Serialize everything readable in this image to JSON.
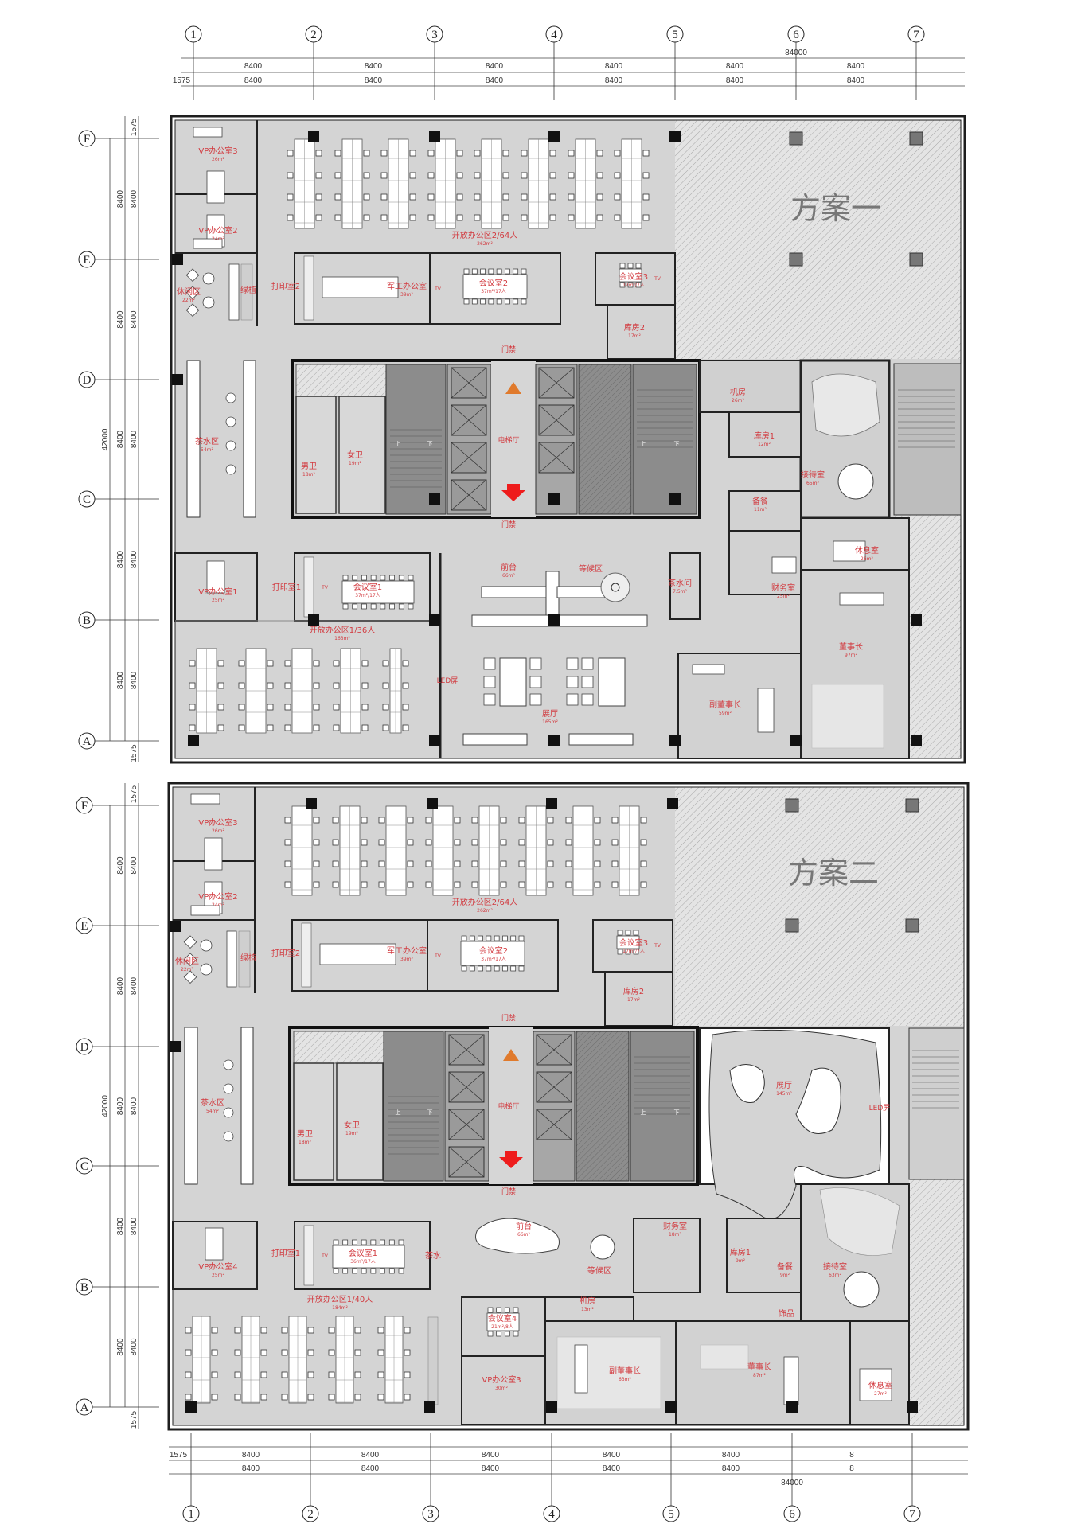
{
  "axes": {
    "columns": [
      "1",
      "2",
      "3",
      "4",
      "5",
      "6",
      "7"
    ],
    "rows": [
      "F",
      "E",
      "D",
      "C",
      "B",
      "A"
    ]
  },
  "dimensions": {
    "top_total": "84000",
    "top_row1": [
      "8400",
      "8400",
      "8400",
      "8400",
      "8400",
      "8400"
    ],
    "top_row2": [
      "8400",
      "8400",
      "8400",
      "8400",
      "8400",
      "8400"
    ],
    "top_offset": "1575",
    "bottom_total": "84000",
    "bottom_row1": [
      "8400",
      "8400",
      "8400",
      "8400",
      "8400",
      "8"
    ],
    "bottom_row2": [
      "8400",
      "8400",
      "8400",
      "8400",
      "8400",
      "8"
    ],
    "bottom_offset": "1575",
    "left_total": "42000",
    "left_col1": [
      "8400",
      "8400",
      "8400",
      "8400",
      "8400"
    ],
    "left_col2": [
      "8400",
      "8400",
      "8400",
      "8400",
      "8400"
    ],
    "left_offset_top": "1575",
    "left_offset_bottom": "1575"
  },
  "plan1": {
    "title": "方案一",
    "rooms": [
      {
        "name": "VP办公室3",
        "area": "26m²"
      },
      {
        "name": "VP办公室2",
        "area": "24m²"
      },
      {
        "name": "开放办公区2/64人",
        "area": "262m²"
      },
      {
        "name": "休闲区",
        "area": "22m²"
      },
      {
        "name": "打印室2",
        "area": ""
      },
      {
        "name": "军工办公室",
        "area": "39m²"
      },
      {
        "name": "会议室2",
        "area": "37m²/17人"
      },
      {
        "name": "会议室3",
        "area": "17m²/7人"
      },
      {
        "name": "库房2",
        "area": "17m²"
      },
      {
        "name": "茶水区",
        "area": "54m²"
      },
      {
        "name": "男卫",
        "area": "18m²"
      },
      {
        "name": "女卫",
        "area": "19m²"
      },
      {
        "name": "机房",
        "area": "26m²"
      },
      {
        "name": "库房1",
        "area": "12m²"
      },
      {
        "name": "接待室",
        "area": "65m²"
      },
      {
        "name": "备餐",
        "area": "11m²"
      },
      {
        "name": "休息室",
        "area": "26m²"
      },
      {
        "name": "财务室",
        "area": "25m²"
      },
      {
        "name": "董事长",
        "area": "97m²"
      },
      {
        "name": "副董事长",
        "area": "59m²"
      },
      {
        "name": "前台",
        "area": "66m²"
      },
      {
        "name": "等候区",
        "area": ""
      },
      {
        "name": "茶水间",
        "area": "7.5m²"
      },
      {
        "name": "VP办公室1",
        "area": "25m²"
      },
      {
        "name": "打印室1",
        "area": ""
      },
      {
        "name": "会议室1",
        "area": "37m²/17人"
      },
      {
        "name": "开放办公区1/36人",
        "area": "163m²"
      },
      {
        "name": "展厅",
        "area": "165m²"
      },
      {
        "name": "绿植",
        "area": ""
      }
    ],
    "misc": [
      "门禁",
      "门禁",
      "电梯厅",
      "LED屏",
      "TV",
      "TV",
      "TV",
      "上",
      "下",
      "上",
      "下"
    ]
  },
  "plan2": {
    "title": "方案二",
    "rooms": [
      {
        "name": "VP办公室3",
        "area": "26m²"
      },
      {
        "name": "VP办公室2",
        "area": "24m²"
      },
      {
        "name": "开放办公区2/64人",
        "area": "262m²"
      },
      {
        "name": "休闲区",
        "area": "22m²"
      },
      {
        "name": "打印室2",
        "area": ""
      },
      {
        "name": "军工办公室",
        "area": "39m²"
      },
      {
        "name": "会议室2",
        "area": "37m²/17人"
      },
      {
        "name": "会议室3",
        "area": "17m²/7人"
      },
      {
        "name": "库房2",
        "area": "17m²"
      },
      {
        "name": "茶水区",
        "area": "54m²"
      },
      {
        "name": "男卫",
        "area": "18m²"
      },
      {
        "name": "女卫",
        "area": "19m²"
      },
      {
        "name": "展厅",
        "area": "145m²"
      },
      {
        "name": "前台",
        "area": "66m²"
      },
      {
        "name": "等候区",
        "area": ""
      },
      {
        "name": "财务室",
        "area": "18m²"
      },
      {
        "name": "库房1",
        "area": "9m²"
      },
      {
        "name": "备餐",
        "area": "9m²"
      },
      {
        "name": "接待室",
        "area": "63m²"
      },
      {
        "name": "饰品",
        "area": ""
      },
      {
        "name": "机房",
        "area": "13m²"
      },
      {
        "name": "会议室4",
        "area": "21m²/8人"
      },
      {
        "name": "VP办公室3",
        "area": "30m²"
      },
      {
        "name": "副董事长",
        "area": "63m²"
      },
      {
        "name": "董事长",
        "area": "87m²"
      },
      {
        "name": "休息室",
        "area": "27m²"
      },
      {
        "name": "VP办公室4",
        "area": "25m²"
      },
      {
        "name": "打印室1",
        "area": ""
      },
      {
        "name": "会议室1",
        "area": "36m²/17人"
      },
      {
        "name": "茶水",
        "area": ""
      },
      {
        "name": "开放办公区1/40人",
        "area": "184m²"
      },
      {
        "name": "绿植",
        "area": ""
      }
    ],
    "misc": [
      "门禁",
      "门禁",
      "电梯厅",
      "LED屏",
      "TV",
      "TV",
      "TV",
      "上",
      "下",
      "上",
      "下"
    ]
  },
  "colors": {
    "label": "#d23a3f",
    "floor": "#d4d4d4",
    "core": "#8a8a8a",
    "wall": "#1e1e1e",
    "arrow_up": "#e07a2c",
    "arrow_down": "#ee1c1c"
  }
}
